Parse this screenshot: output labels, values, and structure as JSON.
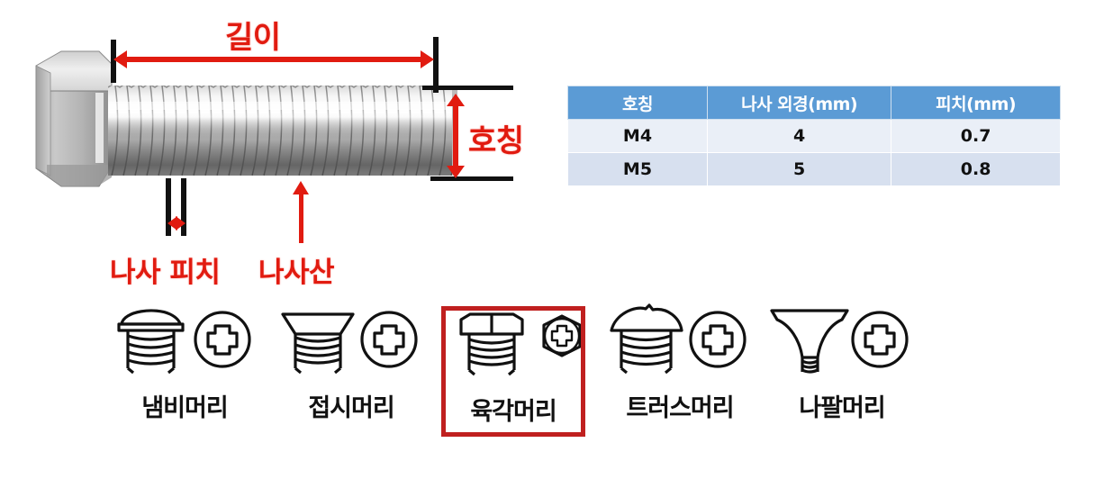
{
  "diagram": {
    "title_labels": {
      "length": "길이",
      "nominal": "호칭",
      "pitch": "나사 피치",
      "crest": "나사산"
    },
    "bolt_alt": "hex-head-bolt-photo"
  },
  "table": {
    "headers": [
      "호칭",
      "나사 외경(mm)",
      "피치(mm)"
    ],
    "rows": [
      [
        "M4",
        "4",
        "0.7"
      ],
      [
        "M5",
        "5",
        "0.8"
      ]
    ],
    "header_bg": "#5b9bd5",
    "row_odd_bg": "#eaeff7",
    "row_even_bg": "#d7e0ef"
  },
  "head_types": {
    "highlight_color": "#c0201f",
    "highlighted_index": 2,
    "items": [
      {
        "label": "냄비머리",
        "shape": "pan-head"
      },
      {
        "label": "접시머리",
        "shape": "flat-head"
      },
      {
        "label": "육각머리",
        "shape": "hex-head"
      },
      {
        "label": "트러스머리",
        "shape": "truss-head"
      },
      {
        "label": "나팔머리",
        "shape": "bugle-head"
      }
    ]
  },
  "colors": {
    "annotation_red": "#e11b10",
    "guide_black": "#111111"
  }
}
